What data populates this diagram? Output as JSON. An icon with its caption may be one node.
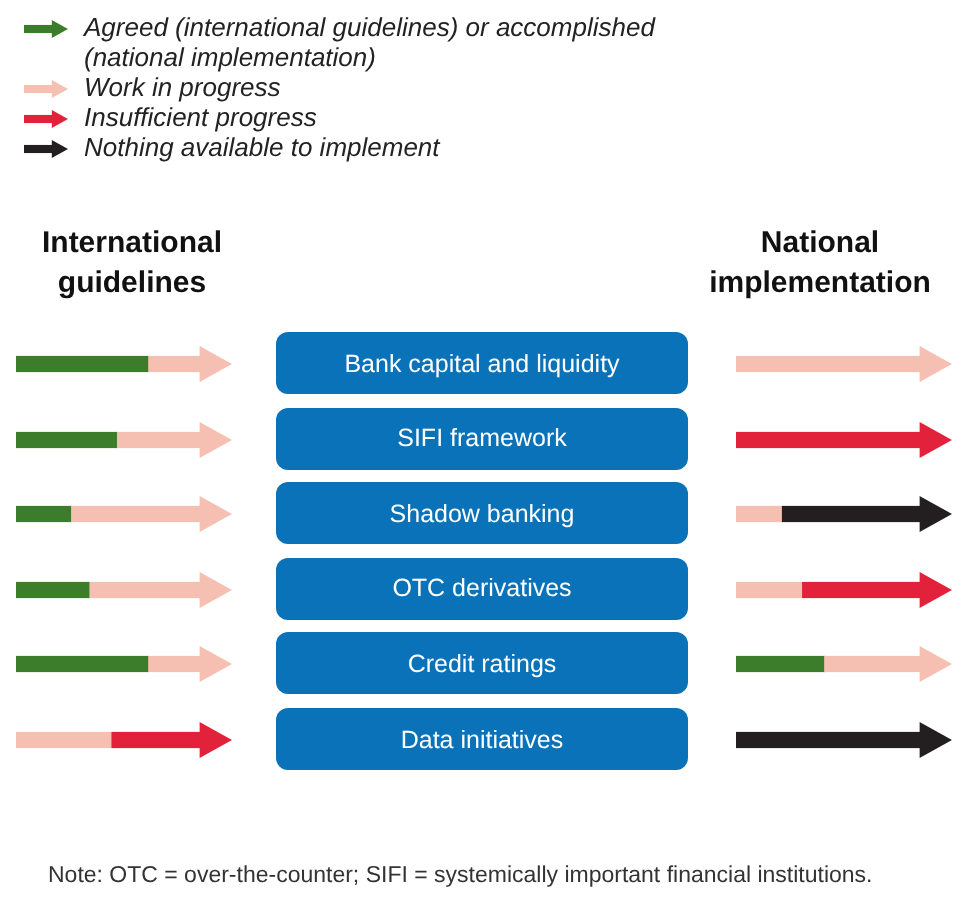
{
  "diagram": {
    "nodes": [
      {
        "text": [
          "Bank capital and liquidity"
        ]
      },
      {
        "text": [
          "SIFI framework"
        ]
      },
      {
        "text": [
          "Shadow banking"
        ]
      },
      {
        "text": [
          "OTC derivatives"
        ]
      },
      {
        "text": [
          "Credit ratings"
        ]
      },
      {
        "text": [
          "Data initiatives"
        ]
      }
    ],
    "edges": [],
    "labels": [
      "International guidelines",
      "National implementation",
      "Note: OTC = over-the-counter; SIFI = systemically important financial institutions."
    ],
    "legend": [
      {
        "text": "Agreed (international guidelines) or accomplished (national implementation)",
        "color": "#3b7d2a"
      },
      {
        "text": "Work in progress",
        "color": "#f5c0b2"
      },
      {
        "text": "Insufficient progress",
        "color": "#e2213b"
      },
      {
        "text": "Nothing available to implement",
        "color": "#231f20"
      }
    ]
  }
}
